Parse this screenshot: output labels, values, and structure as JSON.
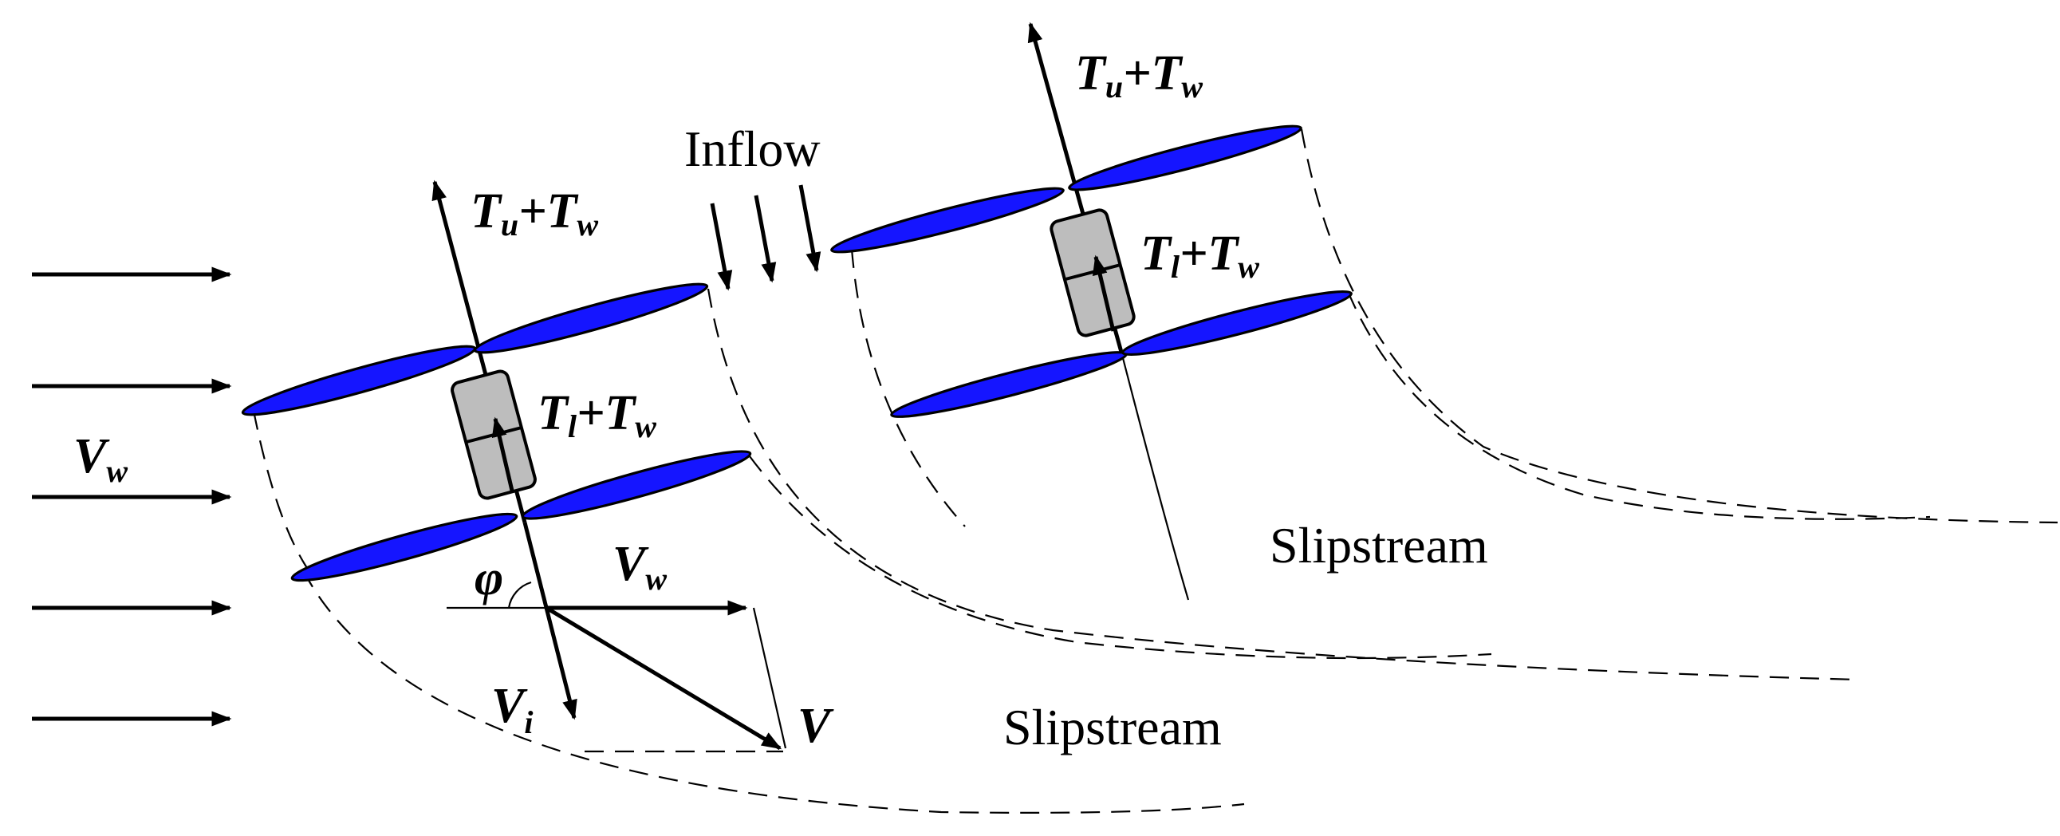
{
  "labels": {
    "inflow": "Inflow",
    "slipstream_rear": "Slipstream",
    "slipstream_front": "Slipstream",
    "angle": "φ",
    "resultant": "V"
  },
  "forces": {
    "rear_upper": {
      "main": "T",
      "main_sub": "u",
      "plus": "+",
      "second": "T",
      "second_sub": "w"
    },
    "rear_lower": {
      "main": "T",
      "main_sub": "l",
      "plus": "+",
      "second": "T",
      "second_sub": "w"
    },
    "front_upper": {
      "main": "T",
      "main_sub": "u",
      "plus": "+",
      "second": "T",
      "second_sub": "w"
    },
    "front_lower": {
      "main": "T",
      "main_sub": "l",
      "plus": "+",
      "second": "T",
      "second_sub": "w"
    }
  },
  "velocities": {
    "wind_left": {
      "main": "V",
      "sub": "w"
    },
    "wind_vector": {
      "main": "V",
      "sub": "w"
    },
    "induced": {
      "main": "V",
      "sub": "i"
    }
  },
  "colors": {
    "blade": "#1515ff",
    "motor_box": "#bdbdbd",
    "line": "#000000"
  }
}
